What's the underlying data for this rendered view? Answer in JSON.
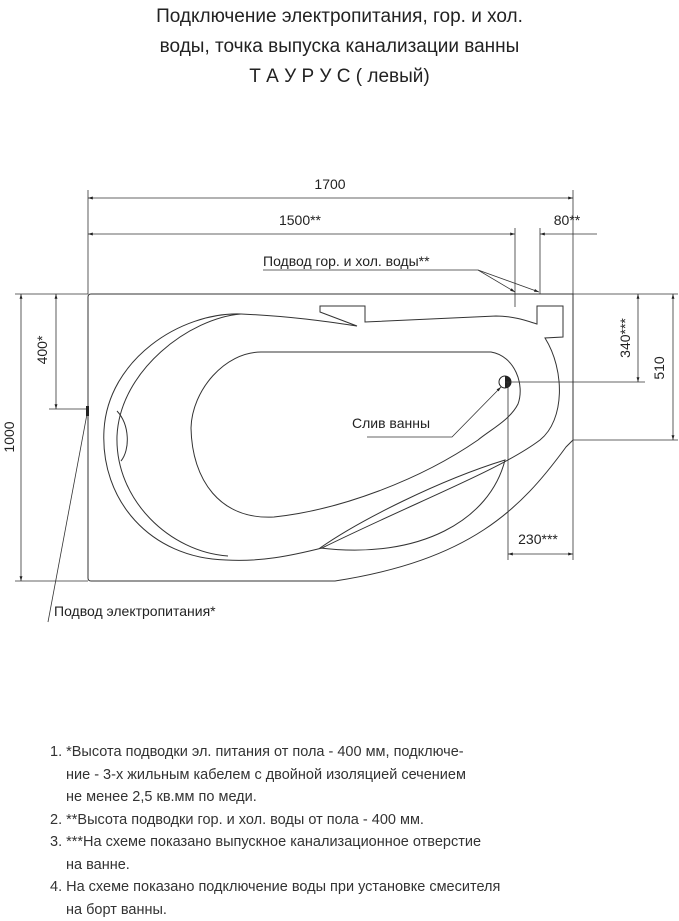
{
  "title": {
    "line1": "Подключение электропитания, гор. и хол.",
    "line2": "воды, точка выпуска канализации ванны",
    "line3": "Т А У Р У С ( левый)"
  },
  "dimensions": {
    "length": "1700",
    "water_offset": "1500**",
    "water_spacing": "80**",
    "width": "1000",
    "power_height": "400*",
    "drain_from_top": "340***",
    "side_depth": "510",
    "drain_from_right": "230***"
  },
  "labels": {
    "water_supply": "Подвод гор. и хол. воды**",
    "drain": "Слив ванны",
    "power_supply": "Подвод электропитания*"
  },
  "notes": [
    {
      "line1": "1. *Высота подводки эл. питания от пола - 400 мм, подключе-",
      "line2": "ние - 3-х жильным кабелем с двойной изоляцией сечением",
      "line3": "не менее 2,5 кв.мм по меди."
    },
    {
      "line1": "2. **Высота подводки гор. и хол. воды от пола - 400 мм."
    },
    {
      "line1": "3. ***На схеме показано выпускное канализационное отверстие",
      "line2": "на ванне."
    },
    {
      "line1": "4. На схеме показано подключение воды при установке смесителя",
      "line2": "на борт ванны."
    }
  ]
}
